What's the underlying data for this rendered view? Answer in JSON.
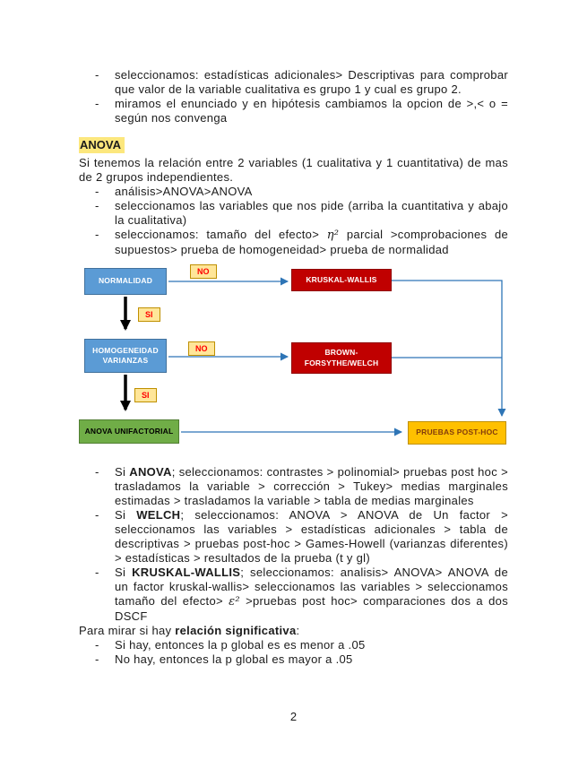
{
  "ui": {
    "bullet_char": "-"
  },
  "intro_bullets": [
    {
      "text": "seleccionamos: estadísticas adicionales> Descriptivas para comprobar que valor de la variable cualitativa es grupo 1 y cual es grupo 2."
    },
    {
      "text": "miramos el enunciado y en hipótesis cambiamos la opcion de >,< o = según nos convenga"
    }
  ],
  "anova": {
    "heading": "ANOVA",
    "heading_highlight_color": "#fce77d",
    "intro": "Si tenemos la relación entre 2 variables (1 cualitativa y 1 cuantitativa) de mas de 2 grupos independientes.",
    "bullets": [
      {
        "text": "análisis>ANOVA>ANOVA"
      },
      {
        "text": "seleccionamos las variables que nos pide (arriba la cuantitativa y abajo la cualitativa)"
      },
      {
        "pre": "seleccionamos: tamaño del efecto> ",
        "math": "η²",
        "post": " parcial >comprobaciones de supuestos> prueba de homogeneidad> prueba de normalidad"
      }
    ]
  },
  "flowchart": {
    "nodes": {
      "normalidad": {
        "label": "NORMALIDAD",
        "color": "#5b9bd5"
      },
      "kruskal_wallis": {
        "label": "KRUSKAL-WALLIS",
        "color": "#c00000"
      },
      "homogeneidad": {
        "label": "HOMOGENEIDAD\nVARIANZAS",
        "color": "#5b9bd5"
      },
      "brown_forsythe": {
        "label": "BROWN-\nFORSYTHE/WELCH",
        "color": "#c00000"
      },
      "anova_unifactorial": {
        "label": "ANOVA UNIFACTORIAL",
        "color": "#70ad47"
      },
      "pruebas_posthoc": {
        "label": "PRUEBAS POST-HOC",
        "color": "#ffc000"
      }
    },
    "labels": {
      "no_normalidad": "NO",
      "si_normalidad": "SI",
      "no_homogeneidad": "NO",
      "si_homogeneidad": "SI"
    },
    "arrow_colors": {
      "decision": "#000000",
      "connector": "#2e75b6"
    }
  },
  "result_bullets": [
    {
      "si": "Si ",
      "bold": "ANOVA",
      "rest": "; seleccionamos: contrastes > polinomial> pruebas post hoc > trasladamos la variable > corrección > Tukey> medias marginales estimadas > trasladamos la variable > tabla de medias marginales"
    },
    {
      "si": "Si ",
      "bold": "WELCH",
      "rest": "; seleccionamos: ANOVA > ANOVA de Un factor > seleccionamos las variables > estadísticas adicionales > tabla de descriptivas > pruebas post-hoc > Games-Howell (varianzas diferentes) > estadísticas > resultados de la prueba (t y gl)"
    },
    {
      "si": "Si ",
      "bold": "KRUSKAL-WALLIS",
      "rest": "; seleccionamos: analisis> ANOVA> ANOVA de un factor kruskal-wallis> seleccionamos las variables > seleccionamos tamaño del efecto> ",
      "math": "ε²",
      "rest2": " >pruebas post hoc> comparaciones dos a dos DSCF"
    }
  ],
  "significance": {
    "lead": "Para mirar si hay ",
    "lead_bold": "relación significativa",
    "lead_end": ":",
    "bullets": [
      {
        "text": "Si hay, entonces la p global es es menor a .05"
      },
      {
        "text": "No hay, entonces la p global es mayor a .05"
      }
    ]
  },
  "page_number": "2"
}
